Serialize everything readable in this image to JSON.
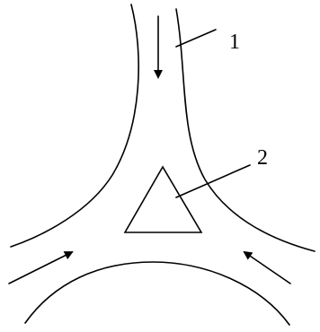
{
  "diagram": {
    "labels": {
      "channel": "1",
      "center": "2"
    },
    "flow_arrows": [
      {
        "name": "arrow-from-top",
        "direction": "down"
      },
      {
        "name": "arrow-from-left",
        "direction": "up-right"
      },
      {
        "name": "arrow-from-right",
        "direction": "up-left"
      }
    ],
    "line_color": "#000000",
    "background": "#ffffff"
  }
}
